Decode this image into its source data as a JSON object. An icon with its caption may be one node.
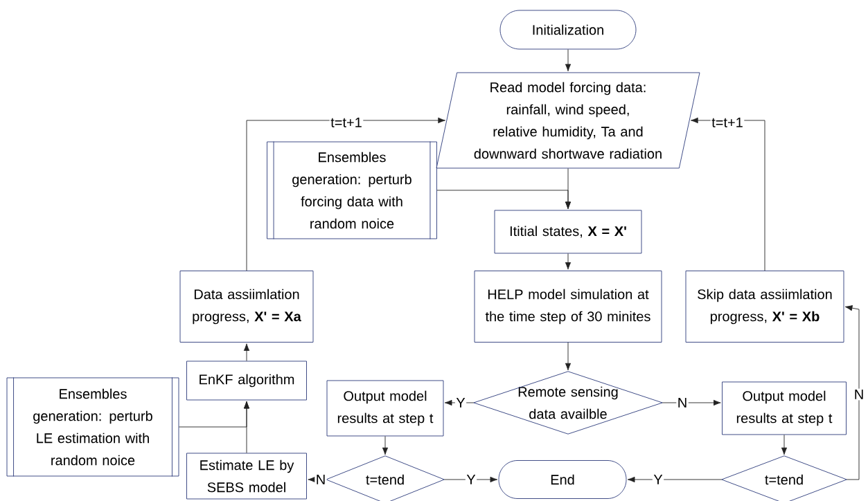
{
  "diagram": {
    "nodes": [
      {
        "text": [
          "Initialization"
        ]
      },
      {
        "text": [
          "Read model forcing data: rainfall, wind speed, relative humidity, Ta and downward shortwave radiation"
        ]
      },
      {
        "text": [
          "Ensembles generation: perturb forcing data with random noice"
        ]
      },
      {
        "text": [
          "Ititial states, **X = X'**"
        ]
      },
      {
        "text": [
          "HELP model simulation at the time step of 30 minites"
        ]
      },
      {
        "text": [
          "Skip data assiimlation progress, **X' = Xb**"
        ]
      },
      {
        "text": [
          "Data assiimlation progress, **X' = Xa**"
        ]
      },
      {
        "text": [
          "EnKF algorithm"
        ]
      },
      {
        "text": [
          "Remote sensing data availble"
        ]
      },
      {
        "text": [
          "Output model results at step t"
        ]
      },
      {
        "text": [
          "Output model results at step t"
        ]
      },
      {
        "text": [
          "Ensembles generation: perturb LE estimation with random noice"
        ]
      },
      {
        "text": [
          "Estimate LE by SEBS model"
        ]
      },
      {
        "text": [
          "t=tend"
        ]
      },
      {
        "text": [
          "End"
        ]
      },
      {
        "text": [
          "t=tend"
        ]
      }
    ],
    "edges": [
      {
        "from": 0,
        "to": 1,
        "arrow": "to"
      },
      {
        "from": 6,
        "to": 1,
        "arrow": "to",
        "label": "t=t+1"
      },
      {
        "from": 5,
        "to": 1,
        "arrow": "to",
        "label": "t=t+1"
      },
      {
        "from": 1,
        "to": 3,
        "arrow": "to"
      },
      {
        "from": 2,
        "to": 3,
        "arrow": "to"
      },
      {
        "from": 3,
        "to": 4,
        "arrow": "to"
      },
      {
        "from": 4,
        "to": 8,
        "arrow": "to"
      },
      {
        "from": 8,
        "to": 9,
        "arrow": "to",
        "label": "Y"
      },
      {
        "from": 8,
        "to": 10,
        "arrow": "to",
        "label": "N"
      },
      {
        "from": 9,
        "to": 13,
        "arrow": "to"
      },
      {
        "from": 10,
        "to": 15,
        "arrow": "to"
      },
      {
        "from": 13,
        "to": 14,
        "arrow": "to",
        "label": "Y"
      },
      {
        "from": 15,
        "to": 14,
        "arrow": "to",
        "label": "Y"
      },
      {
        "from": 13,
        "to": 12,
        "arrow": "to",
        "label": "N"
      },
      {
        "from": 15,
        "to": 5,
        "arrow": "to",
        "label": "N"
      },
      {
        "from": 12,
        "to": 7,
        "arrow": "to"
      },
      {
        "from": 11,
        "to": 7,
        "arrow": "to"
      },
      {
        "from": 7,
        "to": 6,
        "arrow": "to"
      }
    ]
  }
}
